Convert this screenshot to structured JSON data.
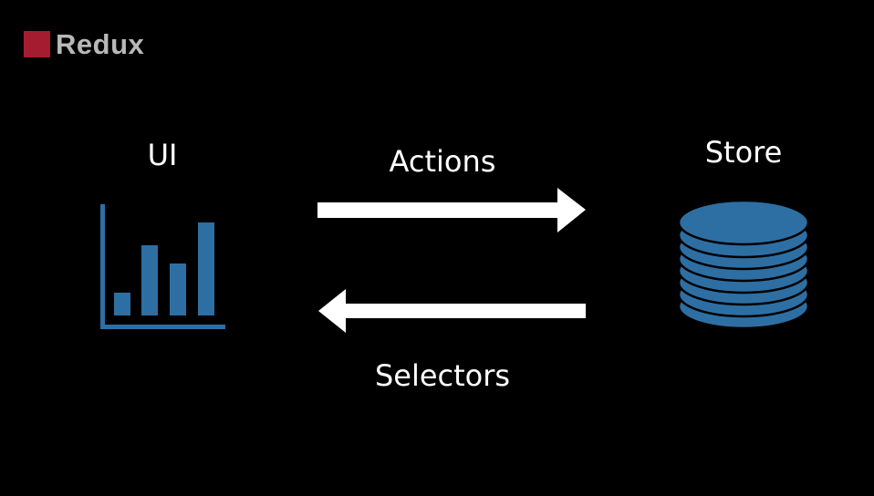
{
  "brand": {
    "name": "Redux",
    "accent_color": "#a51c30"
  },
  "diagram": {
    "nodes": {
      "ui": {
        "label": "UI",
        "icon": "bar-chart-icon"
      },
      "store": {
        "label": "Store",
        "icon": "database-icon"
      }
    },
    "edges": {
      "actions": {
        "label": "Actions",
        "direction": "UI to Store"
      },
      "selectors": {
        "label": "Selectors",
        "direction": "Store to UI"
      }
    },
    "icon_color": "#2e6fa3",
    "arrow_color": "#ffffff"
  }
}
